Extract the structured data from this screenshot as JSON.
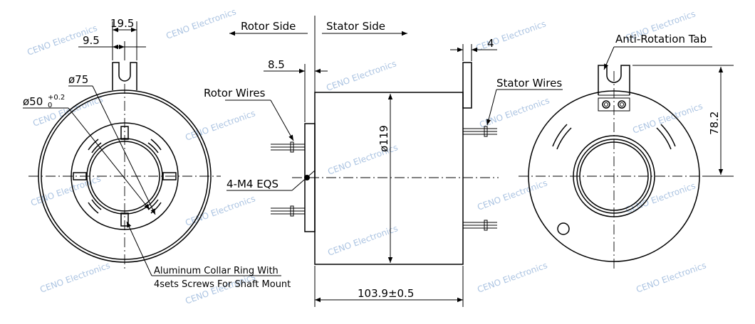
{
  "labels": {
    "rotor_side": "Rotor Side",
    "stator_side": "Stator Side",
    "rotor_wires": "Rotor Wires",
    "stator_wires": "Stator Wires",
    "anti_rotation_tab": "Anti-Rotation Tab",
    "mount_holes": "4-M4 EQS",
    "collar_line1": "Aluminum Collar Ring With",
    "collar_line2": "4sets Screws For Shaft Mount"
  },
  "dimensions": {
    "tab_width": "19.5",
    "tab_offset": "9.5",
    "outer_dia_front": "ø75",
    "bore_dia": "ø50",
    "bore_tol_upper": "+0.2",
    "bore_tol_lower": "0",
    "rotor_flange_thickness": "8.5",
    "stator_tab_thickness": "4",
    "body_dia": "ø119",
    "body_length": "103.9±0.5",
    "tab_height": "78.2"
  },
  "watermark": "CENO Electronics"
}
